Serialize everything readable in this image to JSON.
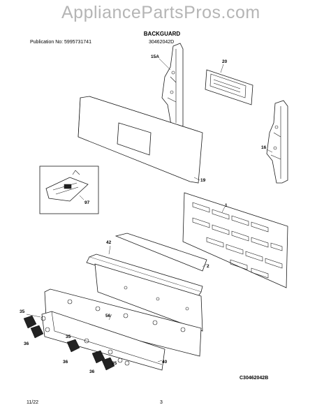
{
  "header": {
    "publication": "Publication No: 5995731741",
    "model": "30462042D",
    "watermark": "AppliancePartsPros.com"
  },
  "title": "BACKGUARD",
  "diagram_code": "C30462042B",
  "footer": {
    "date": "11/22",
    "page": "3"
  },
  "callouts": {
    "c15a": "15A",
    "c20": "20",
    "c16": "16",
    "c19": "19",
    "c97": "97",
    "c1": "1",
    "c42": "42",
    "c2": "2",
    "c56": "56",
    "c35a": "35",
    "c36a": "36",
    "c35b": "35",
    "c36b": "36",
    "c35c": "35",
    "c36c": "36",
    "c40": "40"
  }
}
